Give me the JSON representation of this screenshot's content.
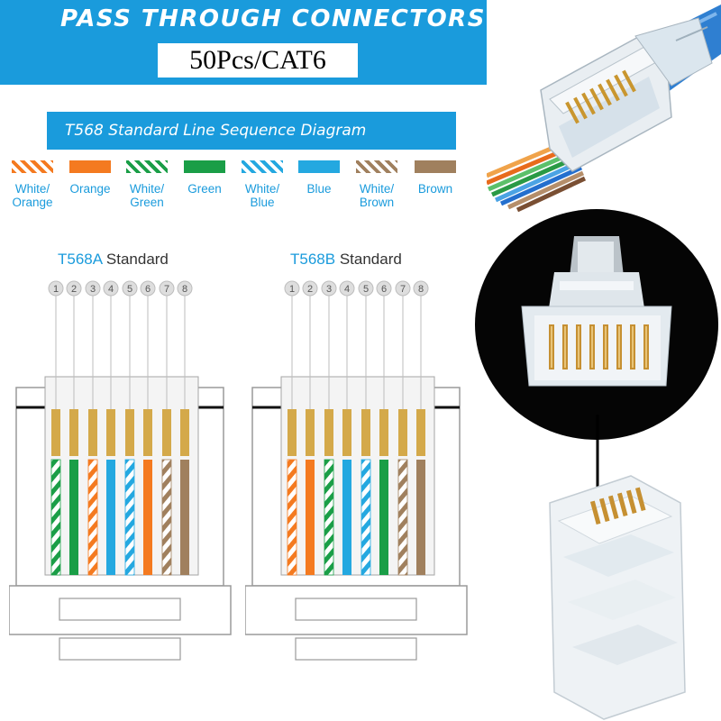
{
  "header": {
    "title": "PASS THROUGH CONNECTORS",
    "subtitle": "50Pcs/CAT6"
  },
  "sequence_title": "T568 Standard Line Sequence Diagram",
  "colors": {
    "orange": "#f47a20",
    "green": "#1a9e47",
    "blue": "#24a8e0",
    "brown": "#a0805e",
    "accent": "#1a9bdc",
    "gold": "#d4a94a"
  },
  "legend": [
    {
      "label": "White/\nOrange",
      "color": "orange",
      "striped": true
    },
    {
      "label": "Orange",
      "color": "orange",
      "striped": false
    },
    {
      "label": "White/\nGreen",
      "color": "green",
      "striped": true
    },
    {
      "label": "Green",
      "color": "green",
      "striped": false
    },
    {
      "label": "White/\nBlue",
      "color": "blue",
      "striped": true
    },
    {
      "label": "Blue",
      "color": "blue",
      "striped": false
    },
    {
      "label": "White/\nBrown",
      "color": "brown",
      "striped": true
    },
    {
      "label": "Brown",
      "color": "brown",
      "striped": false
    }
  ],
  "standards": [
    {
      "code": "T568A",
      "word": "Standard",
      "pins": [
        "1",
        "2",
        "3",
        "4",
        "5",
        "6",
        "7",
        "8"
      ],
      "wires": [
        {
          "color": "green",
          "striped": true
        },
        {
          "color": "green",
          "striped": false
        },
        {
          "color": "orange",
          "striped": true
        },
        {
          "color": "blue",
          "striped": false
        },
        {
          "color": "blue",
          "striped": true
        },
        {
          "color": "orange",
          "striped": false
        },
        {
          "color": "brown",
          "striped": true
        },
        {
          "color": "brown",
          "striped": false
        }
      ]
    },
    {
      "code": "T568B",
      "word": "Standard",
      "pins": [
        "1",
        "2",
        "3",
        "4",
        "5",
        "6",
        "7",
        "8"
      ],
      "wires": [
        {
          "color": "orange",
          "striped": true
        },
        {
          "color": "orange",
          "striped": false
        },
        {
          "color": "green",
          "striped": true
        },
        {
          "color": "blue",
          "striped": false
        },
        {
          "color": "blue",
          "striped": true
        },
        {
          "color": "green",
          "striped": false
        },
        {
          "color": "brown",
          "striped": true
        },
        {
          "color": "brown",
          "striped": false
        }
      ]
    }
  ],
  "photos": {
    "hero": "rj45-connector-with-cable-photo",
    "closeup": "rj45-connector-closeup-on-black",
    "clear": "clear-rj45-connector-photo"
  }
}
